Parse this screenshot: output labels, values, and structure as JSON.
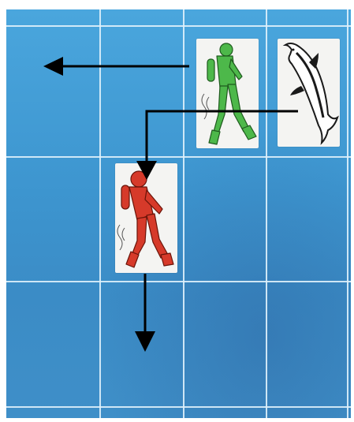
{
  "board": {
    "columns": 4,
    "rows": 3,
    "background_color": "#3f95cf",
    "grid_line_color": "#dff1fb"
  },
  "pieces": [
    {
      "id": "green-diver",
      "kind": "scuba-diver",
      "color": "#4db84a"
    },
    {
      "id": "dolphin",
      "kind": "dolphin",
      "color": "#222222"
    },
    {
      "id": "red-diver",
      "kind": "scuba-diver",
      "color": "#d63a2a"
    }
  ],
  "arrows": [
    {
      "from": "green-diver",
      "direction": "left",
      "color": "#000000"
    },
    {
      "from": "dolphin",
      "direction": "left-then-down",
      "color": "#000000"
    },
    {
      "from": "red-diver",
      "direction": "down",
      "color": "#000000"
    }
  ]
}
